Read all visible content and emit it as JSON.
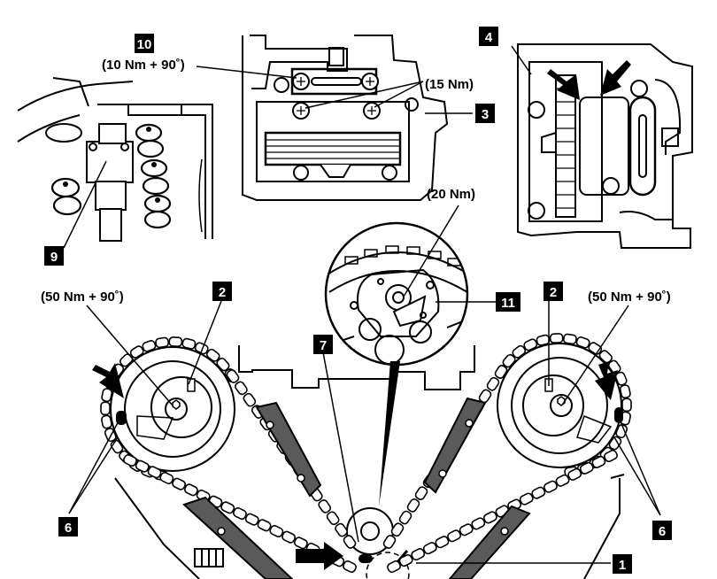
{
  "callouts": {
    "c1": "1",
    "c2_left": "2",
    "c2_right": "2",
    "c3": "3",
    "c4": "4",
    "c6_left": "6",
    "c6_right": "6",
    "c7": "7",
    "c9": "9",
    "c10": "10",
    "c11": "11"
  },
  "torques": {
    "t10": "(10 Nm + 90˚)",
    "t3": "(15 Nm)",
    "t11": "(20 Nm)",
    "t2_left": "(50 Nm + 90˚)",
    "t2_right": "(50 Nm + 90˚)"
  },
  "colors": {
    "ink": "#000000",
    "paper": "#ffffff",
    "guide_fill": "#4a4a4a"
  }
}
